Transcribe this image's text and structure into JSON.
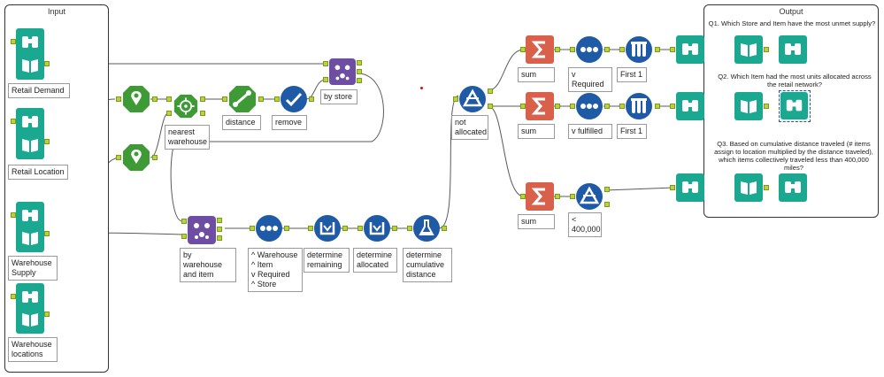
{
  "containers": {
    "input": {
      "title": "Input"
    },
    "output": {
      "title": "Output"
    }
  },
  "labels": {
    "retail_demand": "Retail Demand",
    "retail_location": "Retail Location",
    "warehouse_supply": "Warehouse\nSupply",
    "warehouse_locations": "Warehouse\nlocations",
    "nearest_warehouse": "nearest\nwarehouse",
    "distance": "distance",
    "remove": "remove",
    "by_store": "by store",
    "by_warehouse_item": "by warehouse\nand item",
    "sort_fields": "^ Warehouse\n^ Item\nv Required\n^ Store",
    "determine_remaining": "determine\nremaining",
    "determine_allocated": "determine\nallocated",
    "determine_cumulative": "determine\ncumulative\ndistance",
    "not_allocated": "not\nallocated",
    "sum1": "sum",
    "v_required": "v Required",
    "first1_a": "First 1",
    "sum2": "sum",
    "v_fulfilled": "v fulfilled",
    "first1_b": "First 1",
    "sum3": "sum",
    "lt_400000": "<\n400,000"
  },
  "questions": {
    "q1": "Q1. Which Store and Item have the most unmet supply?",
    "q2": "Q2. Which Item had the most units allocated across the retail network?",
    "q3": "Q3. Based on cumulative distance traveled (# items assign to location multiplied by the distance traveled), which items collectively traveled less than 400,000 miles?"
  },
  "colors": {
    "input_teal": "#1aa890",
    "spatial_green": "#3d9a34",
    "join_purple": "#6e4ea3",
    "prep_blue": "#1f5aa6",
    "summarize_red": "#d9604a",
    "connector": "#5a5a5a",
    "anchor": "#b9d437"
  }
}
